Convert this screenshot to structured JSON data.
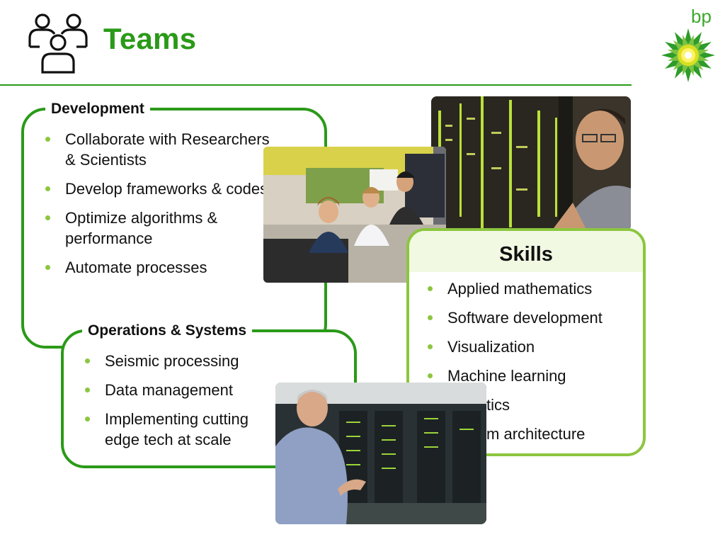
{
  "header": {
    "title": "Teams",
    "icon": "team-people-icon",
    "accent_color": "#2a9a18",
    "logo_text": "bp"
  },
  "development": {
    "label": "Development",
    "items": [
      "Collaborate with Researchers & Scientists",
      "Develop frameworks & codes",
      "Optimize algorithms & performance",
      "Automate processes"
    ]
  },
  "operations": {
    "label": "Operations & Systems",
    "items": [
      "Seismic processing",
      "Data management",
      "Implementing cutting edge tech at scale"
    ]
  },
  "skills": {
    "title": "Skills",
    "border_color": "#8cc63f",
    "items": [
      "Applied mathematics",
      "Software development",
      "Visualization",
      "Machine learning",
      "Statistics",
      "System architecture"
    ]
  }
}
